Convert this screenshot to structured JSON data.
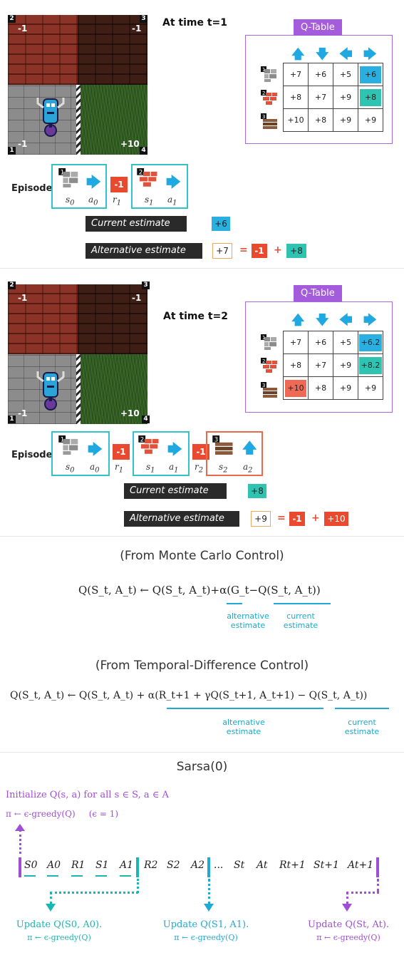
{
  "panel1": {
    "time_label": "At time t=1",
    "grid": {
      "cell_values": [
        "-1",
        "-1",
        "-1",
        "+10"
      ],
      "corner_numbers": [
        "2",
        "3",
        "1",
        "4"
      ]
    },
    "qtable": {
      "title": "Q-Table",
      "arrows": [
        "up",
        "down",
        "left",
        "right"
      ],
      "state_numbers": [
        "1",
        "2",
        "3"
      ],
      "rows": [
        [
          "+7",
          "+6",
          "+5",
          "+6"
        ],
        [
          "+8",
          "+7",
          "+9",
          "+8"
        ],
        [
          "+10",
          "+8",
          "+9",
          "+9"
        ]
      ],
      "highlights": {
        "row0_col3": "blue",
        "row1_col3": "teal"
      }
    },
    "episode": {
      "label": "Episode",
      "labels": [
        "s_0",
        "a_0",
        "r_1",
        "s_1",
        "a_1"
      ],
      "reward": "-1"
    },
    "current_estimate": {
      "label": "Current estimate",
      "value": "+6"
    },
    "alternative_estimate": {
      "label": "Alternative estimate",
      "value": "+7",
      "eq": "=",
      "term1": "-1",
      "plus": "+",
      "term2": "+8"
    }
  },
  "panel2": {
    "time_label": "At time t=2",
    "grid": {
      "cell_values": [
        "-1",
        "-1",
        "-1",
        "+10"
      ],
      "corner_numbers": [
        "2",
        "3",
        "1",
        "4"
      ]
    },
    "qtable": {
      "title": "Q-Table",
      "rows": [
        [
          "+7",
          "+6",
          "+5",
          "+6.2"
        ],
        [
          "+8",
          "+7",
          "+9",
          "+8.2"
        ],
        [
          "+10",
          "+8",
          "+9",
          "+9"
        ]
      ],
      "highlights": {
        "row0_col3": "blue",
        "row1_col3": "teal",
        "row2_col0": "red"
      }
    },
    "episode": {
      "label": "Episode",
      "labels": [
        "s_0",
        "a_0",
        "r_1",
        "s_1",
        "a_1",
        "r_2",
        "s_2",
        "a_2"
      ],
      "rewards": [
        "-1",
        "-1"
      ]
    },
    "current_estimate": {
      "label": "Current estimate",
      "value": "+8"
    },
    "alternative_estimate": {
      "label": "Alternative estimate",
      "value": "+9",
      "eq": "=",
      "term1": "-1",
      "plus": "+",
      "term2": "+10"
    }
  },
  "mc": {
    "heading": "(From Monte Carlo Control)",
    "formula": "Q(S_t, A_t) ← Q(S_t, A_t)+α(G_t−Q(S_t, A_t))",
    "alt_label_1": "alternative",
    "alt_label_2": "estimate",
    "cur_label_1": "current",
    "cur_label_2": "estimate"
  },
  "td": {
    "heading": "(From Temporal-Difference Control)",
    "formula": "Q(S_t, A_t) ← Q(S_t, A_t) + α(R_t+1 + γQ(S_t+1, A_t+1) − Q(S_t, A_t))",
    "alt_label_1": "alternative",
    "alt_label_2": "estimate",
    "cur_label_1": "current",
    "cur_label_2": "estimate"
  },
  "sarsa": {
    "heading": "Sarsa(0)",
    "init_line": "Initialize Q(s, a) for all s ∈ S, a ∈ A",
    "policy_line": "π ← ϵ-greedy(Q)     (ϵ = 1)",
    "sequence": [
      "S0",
      "A0",
      "R1",
      "S1",
      "A1",
      "R2",
      "S2",
      "A2",
      "...",
      "St",
      "At",
      "Rt+1",
      "St+1",
      "At+1"
    ],
    "updates": [
      {
        "line1": "Update Q(S0, A0).",
        "line2": "π ← ϵ-greedy(Q)"
      },
      {
        "line1": "Update Q(S1, A1).",
        "line2": "π ← ϵ-greedy(Q)"
      },
      {
        "line1": "Update Q(St, At).",
        "line2": "π ← ϵ-greedy(Q)"
      }
    ],
    "colors": {
      "purple": "#a14ed6",
      "teal": "#18b7b4",
      "blue": "#1fa9d6"
    }
  }
}
